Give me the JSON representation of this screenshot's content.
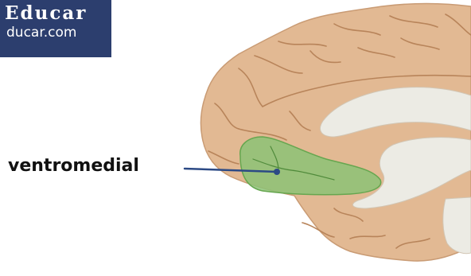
{
  "logo": {
    "title": "Educar",
    "subtitle": "ducar.com"
  },
  "label": {
    "text": "ventromedial"
  },
  "colors": {
    "cortex": "#e2b993",
    "sulcus": "#b8845a",
    "outline": "#c99b74",
    "white_matter": "#ecebe4",
    "highlight": "#8cc276",
    "highlight_stroke": "#66a64f",
    "pointer": "#2c4a85",
    "logo_bg": "#2c3e6e"
  },
  "icons": {
    "pointer_end": "dot-marker"
  }
}
